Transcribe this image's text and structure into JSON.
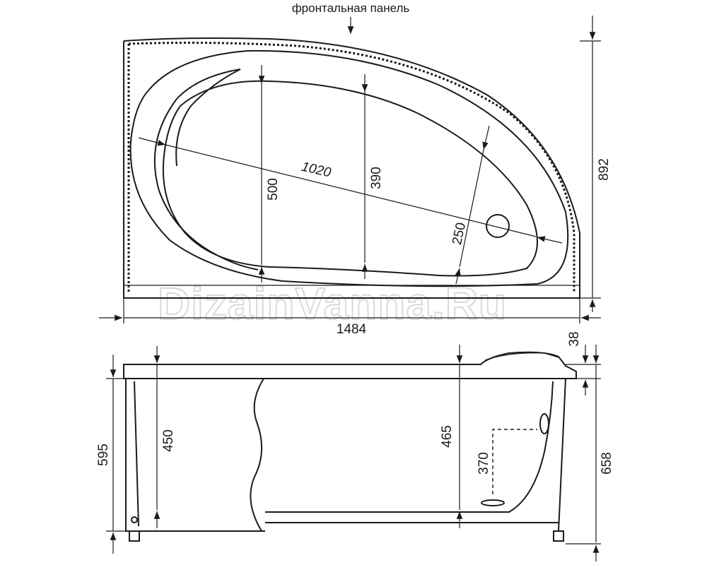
{
  "caption": "фронтальная панель",
  "watermark": "DizainVanna.Ru",
  "top_view": {
    "length": "1484",
    "depth": "892",
    "diagonal": "1020",
    "width_left": "500",
    "width_middle": "390",
    "width_right": "250"
  },
  "side_view": {
    "rim_height": "38",
    "total_height": "658",
    "frame_height": "595",
    "inner_depth_left": "450",
    "inner_depth_right": "465",
    "drain_height": "370"
  }
}
